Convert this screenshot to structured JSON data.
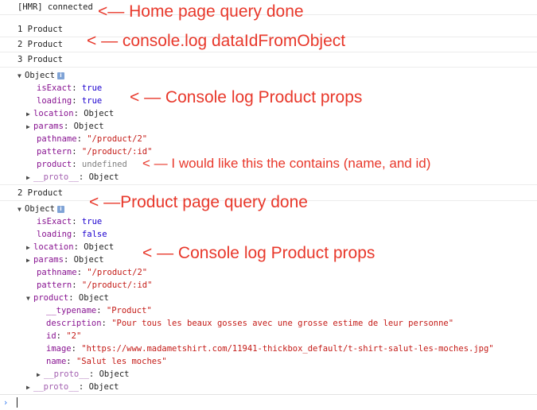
{
  "console": {
    "hmr_line": "[HMR] connected",
    "log1": "1 Product",
    "log2": "2 Product",
    "log3": "3 Product",
    "log4": "2 Product",
    "object_label": "Object",
    "info_icon": "i",
    "obj1": {
      "isExact_key": "isExact",
      "isExact_val": "true",
      "loading_key": "loading",
      "loading_val": "true",
      "location_key": "location",
      "location_val": "Object",
      "params_key": "params",
      "params_val": "Object",
      "pathname_key": "pathname",
      "pathname_val": "\"/product/2\"",
      "pattern_key": "pattern",
      "pattern_val": "\"/product/:id\"",
      "product_key": "product",
      "product_val": "undefined",
      "proto_key": "__proto__",
      "proto_val": "Object"
    },
    "obj2": {
      "isExact_key": "isExact",
      "isExact_val": "true",
      "loading_key": "loading",
      "loading_val": "false",
      "location_key": "location",
      "location_val": "Object",
      "params_key": "params",
      "params_val": "Object",
      "pathname_key": "pathname",
      "pathname_val": "\"/product/2\"",
      "pattern_key": "pattern",
      "pattern_val": "\"/product/:id\"",
      "product_key": "product",
      "product_val": "Object",
      "typename_key": "__typename",
      "typename_val": "\"Product\"",
      "description_key": "description",
      "description_val": "\"Pour tous les beaux gosses avec une grosse estime de leur personne\"",
      "id_key": "id",
      "id_val": "\"2\"",
      "image_key": "image",
      "image_val": "\"https://www.madametshirt.com/11941-thickbox_default/t-shirt-salut-les-moches.jpg\"",
      "name_key": "name",
      "name_val": "\"Salut les moches\"",
      "inner_proto_key": "__proto__",
      "inner_proto_val": "Object",
      "proto_key": "__proto__",
      "proto_val": "Object"
    },
    "prompt_icon": "prompt-chevron-icon"
  },
  "annotations": {
    "a1": "<— Home page query done",
    "a2": "< — console.log dataIdFromObject",
    "a3": "< — Console log Product props",
    "a4": "< — I would like this the contains (name, and id)",
    "a5": "< —Product page query done",
    "a6": "< — Console log Product props"
  },
  "colors": {
    "annotation": "#e8382b",
    "key": "#881391",
    "string": "#c41a16",
    "boolean": "#1c00cf"
  }
}
